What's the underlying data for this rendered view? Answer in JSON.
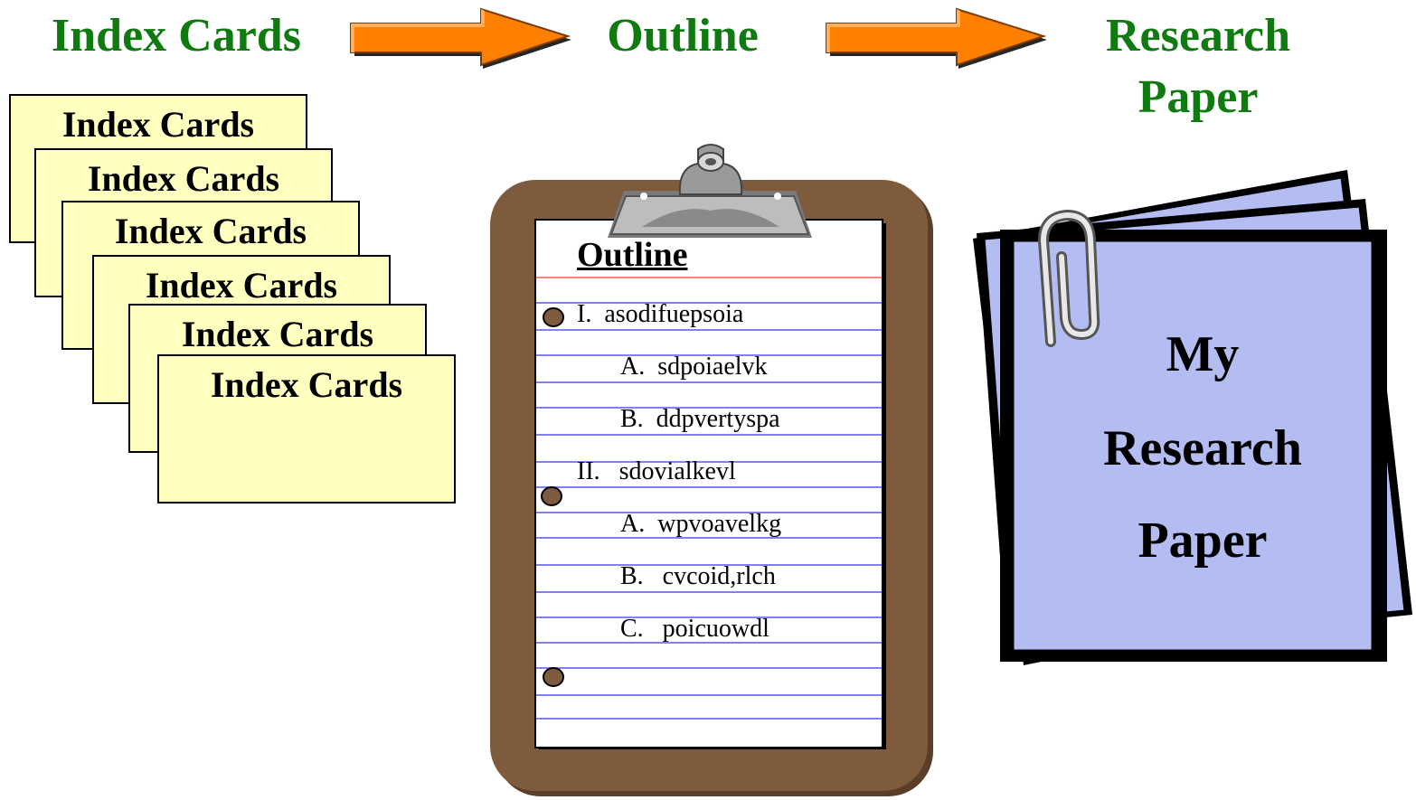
{
  "colors": {
    "title_green": "#0f7a0f",
    "arrow_orange": "#ff8000",
    "card_yellow": "#ffffc0",
    "clipboard_brown": "#7f5b3e",
    "paper_blue": "#b3bdf2",
    "rule_blue": "#8080ff",
    "margin_red": "#ff8080"
  },
  "steps": {
    "index_cards": "Index Cards",
    "outline": "Outline",
    "research_paper_line1": "Research",
    "research_paper_line2": "Paper"
  },
  "cards": [
    {
      "label": "Index Cards"
    },
    {
      "label": "Index Cards"
    },
    {
      "label": "Index Cards"
    },
    {
      "label": "Index Cards"
    },
    {
      "label": "Index Cards"
    },
    {
      "label": "Index Cards"
    }
  ],
  "outline": {
    "heading": "Outline",
    "items": [
      "I.  asodifuepsoia",
      "A.  sdpoiaelvk",
      "B.  ddpvertyspa",
      "II.   sdovialkevl",
      "A.  wpvoavelkg",
      "B.   cvcoid,rlch",
      "C.   poicuowdl"
    ]
  },
  "paper": {
    "line1": "My",
    "line2": "Research",
    "line3": "Paper"
  },
  "icons": {
    "arrow": "right-arrow-icon",
    "clip": "binder-clip-icon",
    "paperclip": "paperclip-icon"
  }
}
